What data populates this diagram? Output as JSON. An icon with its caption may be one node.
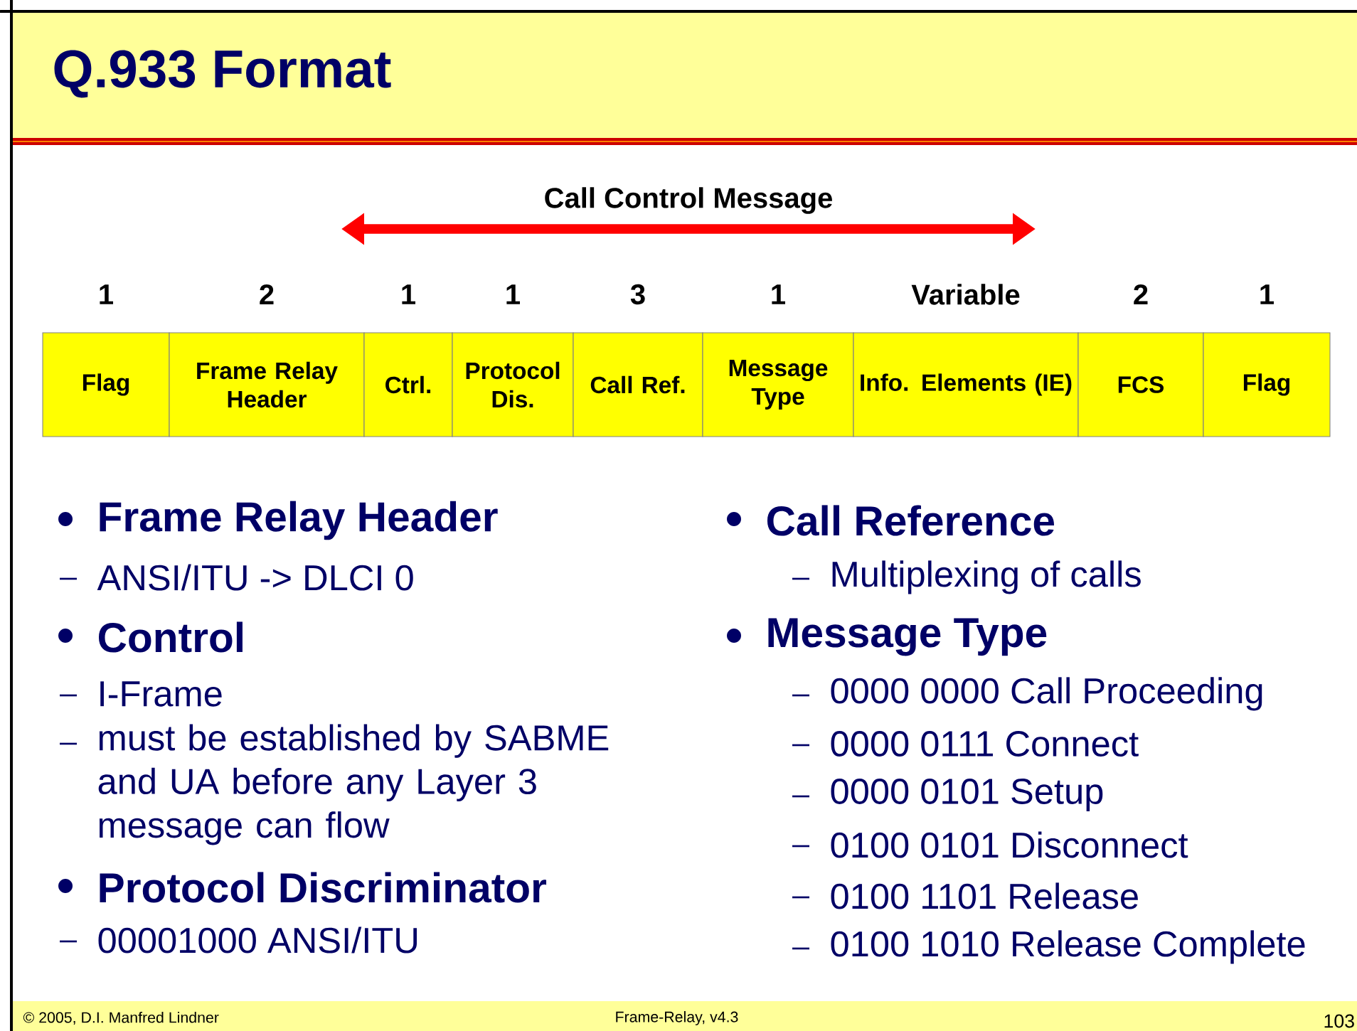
{
  "diagram": {
    "title": "Q.933 Format",
    "nodes": [
      {
        "text": [
          "Flag"
        ],
        "beside": [
          "1"
        ]
      },
      {
        "text": [
          "Frame Relay Header"
        ],
        "beside": [
          "2"
        ]
      },
      {
        "text": [
          "Ctrl."
        ],
        "beside": [
          "1"
        ]
      },
      {
        "text": [
          "Protocol Dis."
        ],
        "beside": [
          "1"
        ]
      },
      {
        "text": [
          "Call Ref."
        ],
        "beside": [
          "3"
        ]
      },
      {
        "text": [
          "Message Type"
        ],
        "beside": [
          "1"
        ]
      },
      {
        "text": [
          "Info. Elements (IE)"
        ],
        "beside": [
          "Variable"
        ]
      },
      {
        "text": [
          "FCS"
        ],
        "beside": [
          "2"
        ]
      },
      {
        "text": [
          "Flag"
        ],
        "beside": [
          "1"
        ]
      }
    ],
    "labels": [
      "Call Control Message",
      "Frame Relay Header",
      "ANSI/ITU -> DLCI 0",
      "Control",
      "I-Frame",
      "must be established by SABME and UA before any Layer 3 message can flow",
      "Protocol Discriminator",
      "00001000 ANSI/ITU",
      "Call Reference",
      "Multiplexing of calls",
      "Message Type",
      "0000 0000 Call Proceeding",
      "0000 0111 Connect",
      "0000 0101 Setup",
      "0100 0101 Disconnect",
      "0100 1101 Release",
      "0100 1010 Release Complete",
      "© 2005, D.I. Manfred Lindner",
      "Frame-Relay, v4.3",
      "103"
    ]
  }
}
